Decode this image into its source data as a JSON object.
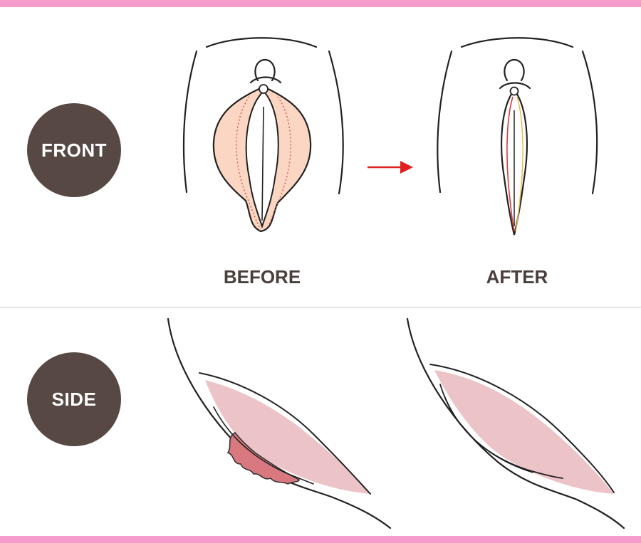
{
  "labels": {
    "front": "FRONT",
    "side": "SIDE",
    "before": "BEFORE",
    "after": "AFTER"
  },
  "colors": {
    "accent_bar": "#f59ccc",
    "badge": "#574843",
    "caption": "#4a3f3b",
    "skin_fill": "#fbd6c2",
    "tissue_fill": "#ecc3c7",
    "excess_fill": "#d9787f",
    "arrow": "#e01f1f",
    "dotted_line": "#d9534f"
  },
  "icons": {
    "arrow": "right-arrow-icon"
  }
}
